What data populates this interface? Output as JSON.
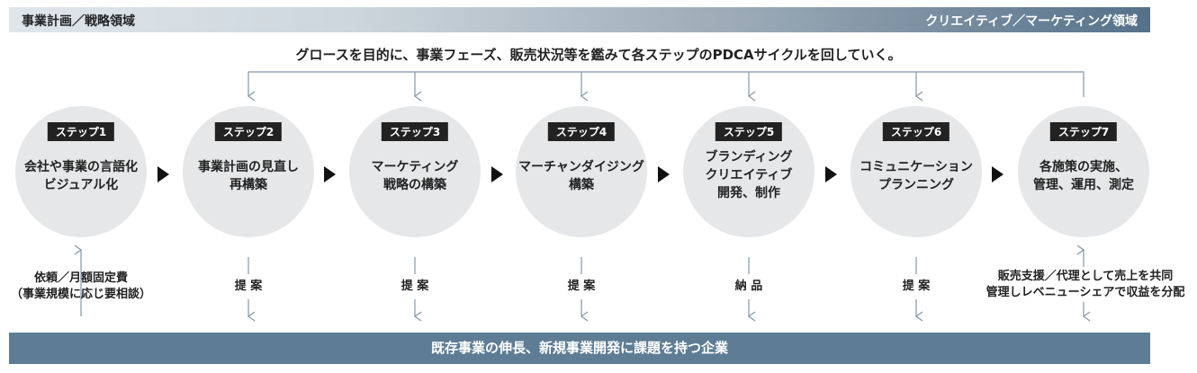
{
  "header": {
    "left_label": "事業計画／戦略領域",
    "right_label": "クリエイティブ／マーケティング領域"
  },
  "headline": "グロースを目的に、事業フェーズ、販売状況等を鑑みて各ステップのPDCAサイクルを回していく。",
  "steps": [
    {
      "badge": "ステップ1",
      "title": [
        "会社や事業の言語化",
        "ビジュアル化"
      ]
    },
    {
      "badge": "ステップ2",
      "title": [
        "事業計画の見直し",
        "再構築"
      ]
    },
    {
      "badge": "ステップ3",
      "title": [
        "マーケティング",
        "戦略の構築"
      ]
    },
    {
      "badge": "ステップ4",
      "title": [
        "マーチャンダイジング",
        "構築"
      ]
    },
    {
      "badge": "ステップ5",
      "title": [
        "ブランディング",
        "クリエイティブ",
        "開発、制作"
      ]
    },
    {
      "badge": "ステップ6",
      "title": [
        "コミュニケーション",
        "プランニング"
      ]
    },
    {
      "badge": "ステップ7",
      "title": [
        "各施策の実施、",
        "管理、運用、測定"
      ]
    }
  ],
  "notes": {
    "step1": [
      "依頼／月額固定費",
      "（事業規模に応じ要相談）"
    ],
    "step2": "提 案",
    "step3": "提 案",
    "step4": "提 案",
    "step5": "納 品",
    "step6": "提 案",
    "step7": [
      "販売支援／代理として売上を共同",
      "管理しレベニューシェアで収益を分配"
    ]
  },
  "footer": "既存事業の伸長、新規事業開発に課題を持つ企業",
  "colors": {
    "line": "#7f97aa",
    "footer_bg": "#5e7d95",
    "circle": "#e5e7e9",
    "badge": "#222222"
  }
}
